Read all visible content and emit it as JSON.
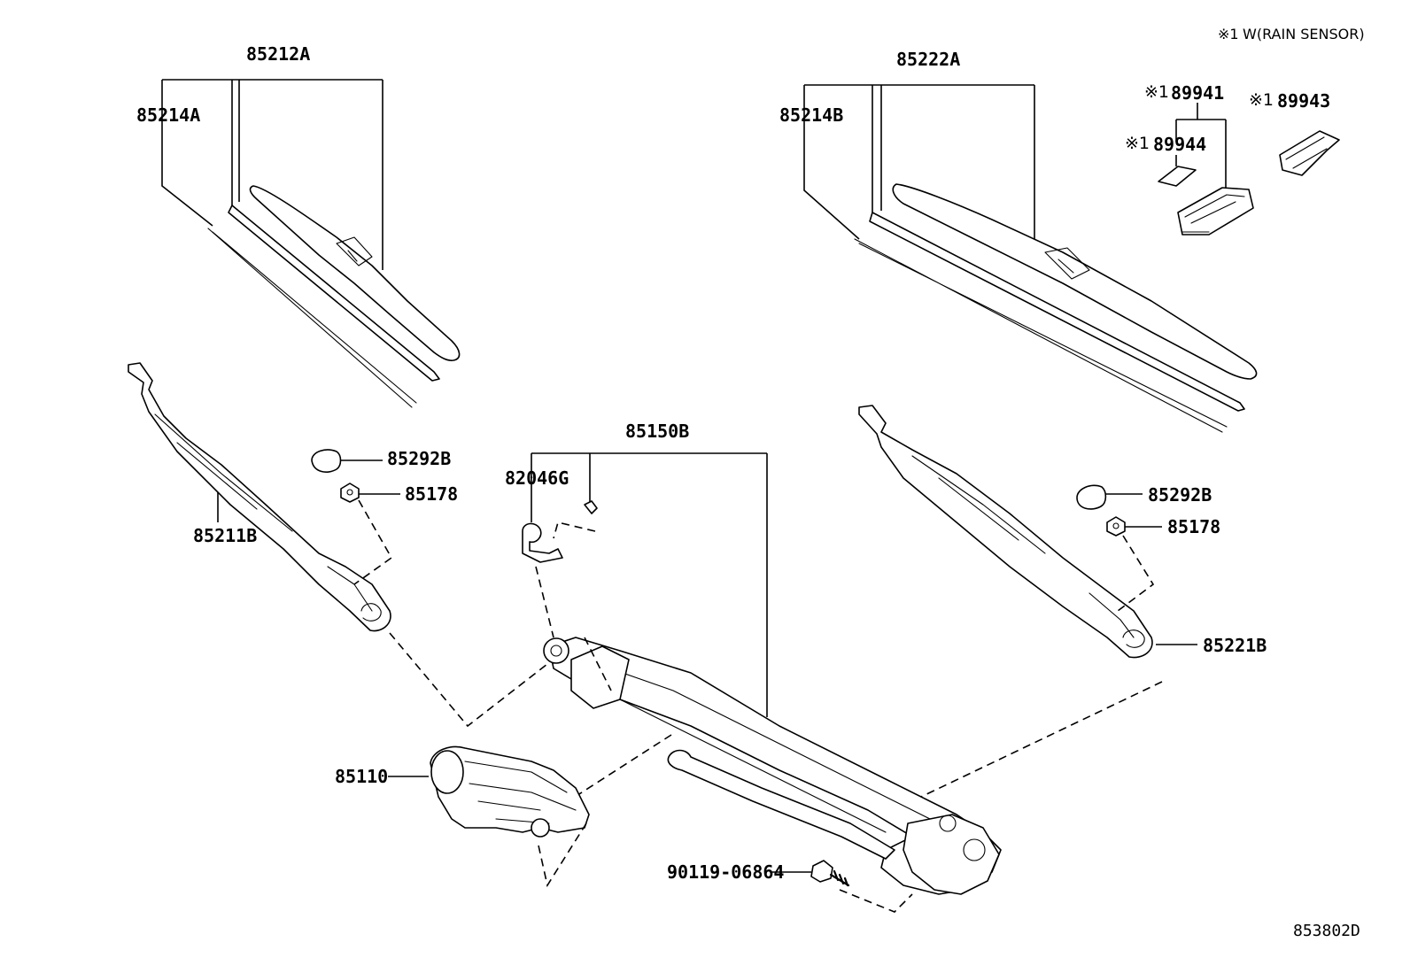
{
  "note": {
    "mark": "※1",
    "text": "W(RAIN SENSOR)"
  },
  "drawing_id": "853802D",
  "labels": {
    "p85212A": "85212A",
    "p85214A": "85214A",
    "p85222A": "85222A",
    "p85214B": "85214B",
    "p89941": "89941",
    "p89944": "89944",
    "p89943": "89943",
    "p85150B": "85150B",
    "p82046G": "82046G",
    "p85292B_left": "85292B",
    "p85178_left": "85178",
    "p85211B": "85211B",
    "p85292B_right": "85292B",
    "p85178_right": "85178",
    "p85221B": "85221B",
    "p85110": "85110",
    "p9011906864": "90119-06864"
  },
  "ref_mark": "※1"
}
